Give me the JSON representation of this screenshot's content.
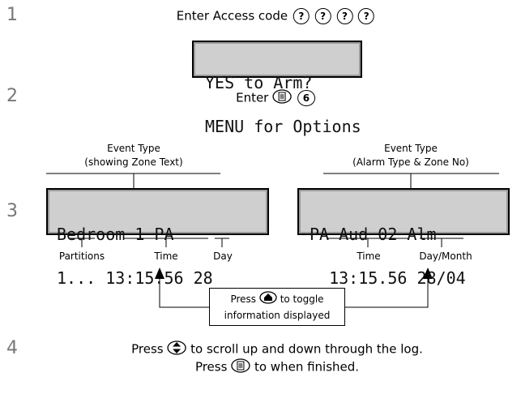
{
  "steps": [
    "1",
    "2",
    "3",
    "4"
  ],
  "step1": {
    "text": "Enter Access code",
    "code_buttons": [
      "?",
      "?",
      "?",
      "?"
    ]
  },
  "lcd_main": {
    "line1": "YES to Arm?",
    "line2": "MENU for Options"
  },
  "step2": {
    "text": "Enter",
    "key": "6"
  },
  "left_header": {
    "line1": "Event Type",
    "line2": "(showing Zone Text)"
  },
  "right_header": {
    "line1": "Event Type",
    "line2": "(Alarm Type & Zone No)"
  },
  "lcd_left": {
    "line1": "Bedroom 1 PA",
    "line2": "1... 13:15.56 28"
  },
  "lcd_right": {
    "line1": "PA Aud 02 Alm",
    "line2": "  13:15.56 28/04"
  },
  "labels": {
    "partitions": "Partitions",
    "time_left": "Time",
    "day": "Day",
    "time_right": "Time",
    "day_month": "Day/Month"
  },
  "toggle_box": {
    "line1_pre": "Press",
    "line1_post": "to toggle",
    "line2": "information displayed"
  },
  "step4": {
    "line1_pre": "Press",
    "line1_post": "to scroll up and down through the log.",
    "line2_pre": "Press",
    "line2_post": "to when finished."
  },
  "icons": [
    "question-key-icon",
    "menu-key-icon",
    "six-key-icon",
    "toggle-key-icon",
    "scroll-key-icon"
  ]
}
